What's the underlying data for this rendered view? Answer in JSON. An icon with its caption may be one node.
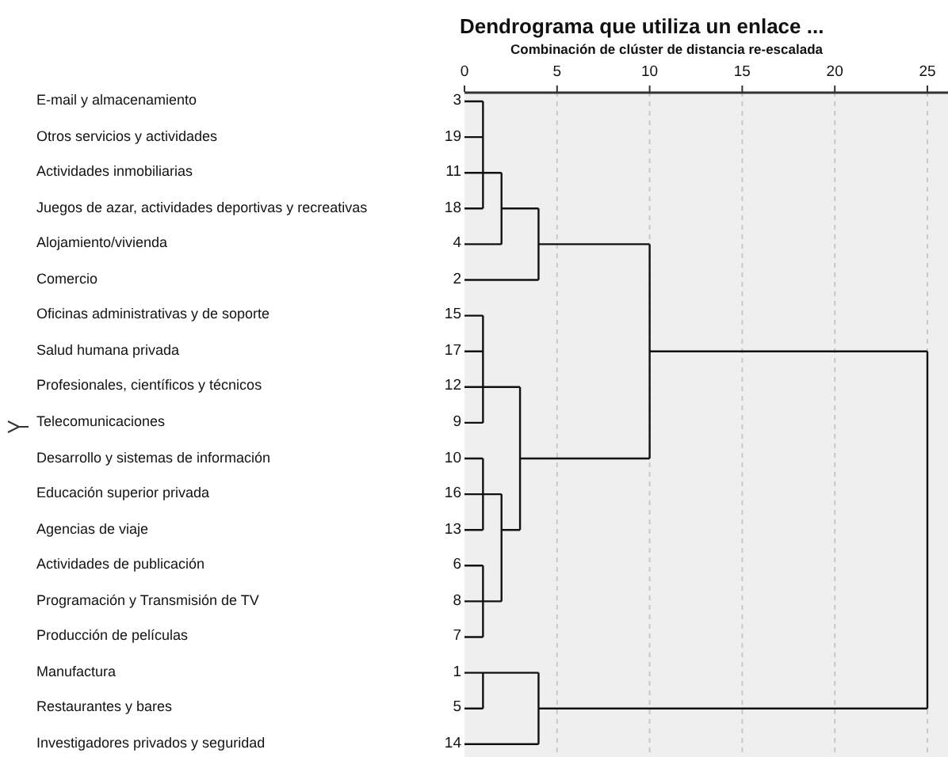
{
  "diagram": {
    "title": "Dendrograma que utiliza un enlace ...",
    "labels": [
      "Combinación de clúster de distancia re-escalada",
      "0",
      "5",
      "10",
      "15",
      "20",
      "25",
      "E-mail y almacenamiento",
      "3",
      "Otros servicios y actividades",
      "19",
      "Actividades inmobiliarias",
      "11",
      "Juegos de azar, actividades deportivas y recreativas",
      "18",
      "Alojamiento/vivienda",
      "4",
      "Comercio",
      "2",
      "Oficinas administrativas y de soporte",
      "15",
      "Salud humana privada",
      "17",
      "Profesionales, científicos y técnicos",
      "12",
      "Telecomunicaciones",
      "9",
      "Desarrollo y sistemas de información",
      "10",
      "Educación superior privada",
      "16",
      "Agencias de viaje",
      "13",
      "Actividades de publicación",
      "6",
      "Programación y Transmisión de TV",
      "8",
      "Producción de películas",
      "7",
      "Manufactura",
      "1",
      "Restaurantes y bares",
      "5",
      "Investigadores privados y seguridad",
      "14"
    ]
  }
}
